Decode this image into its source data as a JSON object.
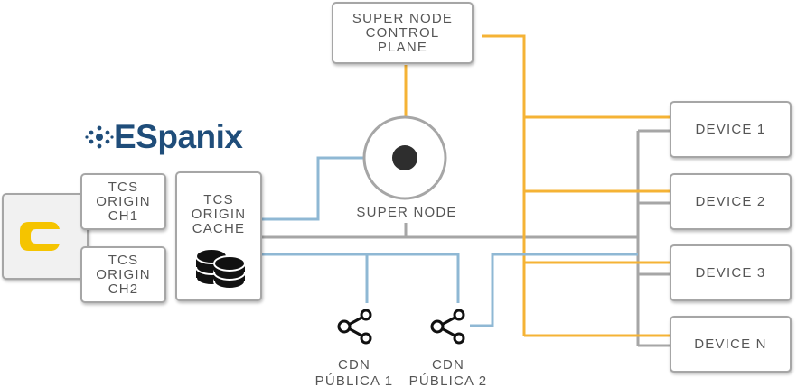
{
  "brand": {
    "logo_text": "ESpanix"
  },
  "nodes": {
    "control_plane": "SUPER NODE\nCONTROL\nPLANE",
    "super_node": "SUPER NODE",
    "origin_ch1": "TCS\nORIGIN\nCH1",
    "origin_ch2": "TCS\nORIGIN\nCH2",
    "origin_cache": "TCS\nORIGIN\nCACHE",
    "cdn_1": "CDN\nPÚBLICA 1",
    "cdn_2": "CDN\nPÚBLICA 2",
    "devices": [
      "DEVICE 1",
      "DEVICE 2",
      "DEVICE 3",
      "DEVICE N"
    ]
  },
  "colors": {
    "control": "#f5b335",
    "cdn": "#8fb8d4",
    "network": "#a6a6a6",
    "brand_blue": "#1f4d7a",
    "accent_yellow": "#f5c400"
  }
}
